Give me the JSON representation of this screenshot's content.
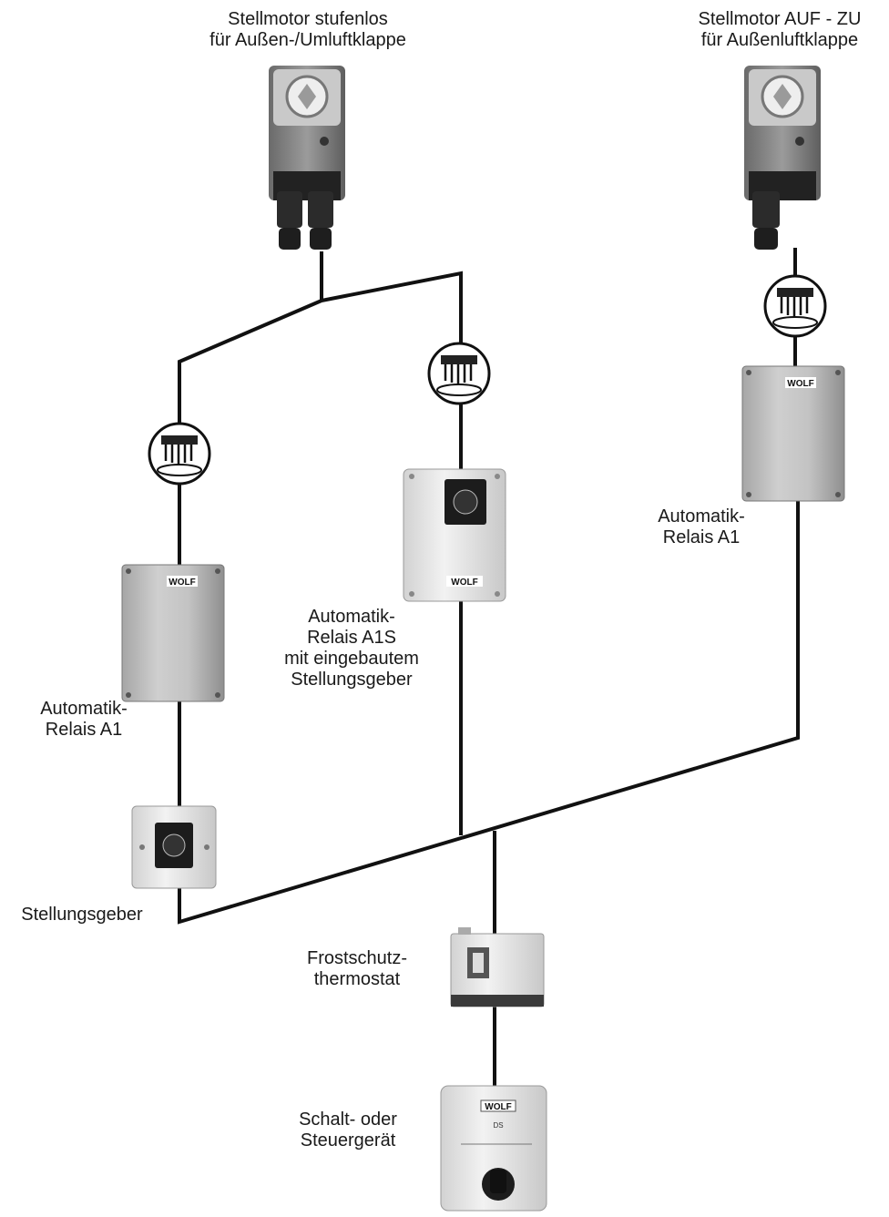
{
  "labels": {
    "motor_left": [
      "Stellmotor stufenlos",
      "für Außen-/Umluftklappe"
    ],
    "motor_right": [
      "Stellmotor AUF - ZU",
      "für Außenluftklappe"
    ],
    "relais_a1_left": [
      "Automatik-",
      "Relais A1"
    ],
    "relais_a1s": [
      "Automatik-",
      "Relais A1S",
      "mit eingebautem",
      "Stellungsgeber"
    ],
    "relais_a1_right": [
      "Automatik-",
      "Relais A1"
    ],
    "stellungsgeber": [
      "Stellungsgeber"
    ],
    "frostschutz": [
      "Frostschutz-",
      "thermostat"
    ],
    "schaltgeraet": [
      "Schalt- oder",
      "Steuergerät"
    ]
  },
  "brand": {
    "logo_text": "WOLF",
    "schalt_code": "DS"
  },
  "colors": {
    "line": "#111111",
    "box_light": "#d9d9d9",
    "box_dark": "#8c8c8c",
    "knob": "#1c1c1c"
  }
}
